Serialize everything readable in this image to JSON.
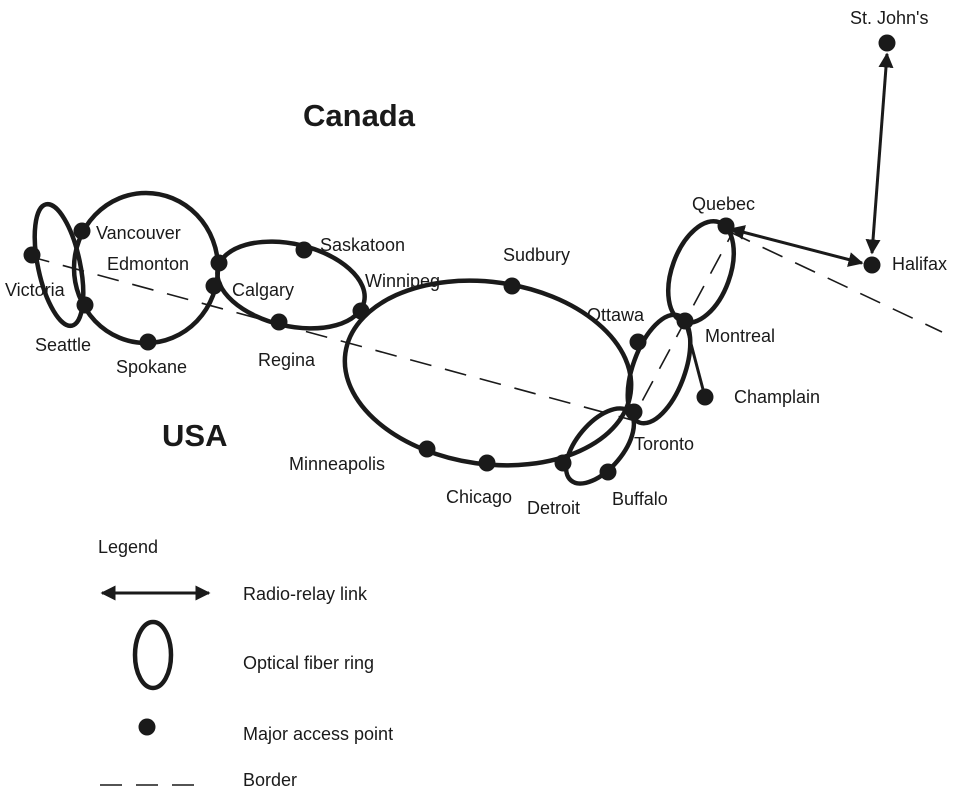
{
  "countries": {
    "canada": "Canada",
    "usa": "USA"
  },
  "cities": {
    "st_johns": "St. John's",
    "quebec": "Quebec",
    "halifax": "Halifax",
    "vancouver": "Vancouver",
    "edmonton": "Edmonton",
    "victoria": "Victoria",
    "seattle": "Seattle",
    "spokane": "Spokane",
    "calgary": "Calgary",
    "saskatoon": "Saskatoon",
    "winnipeg": "Winnipeg",
    "regina": "Regina",
    "sudbury": "Sudbury",
    "ottawa": "Ottawa",
    "montreal": "Montreal",
    "champlain": "Champlain",
    "toronto": "Toronto",
    "minneapolis": "Minneapolis",
    "chicago": "Chicago",
    "detroit": "Detroit",
    "buffalo": "Buffalo"
  },
  "legend": {
    "title": "Legend",
    "radio_relay": "Radio-relay link",
    "fiber_ring": "Optical fiber ring",
    "access_point": "Major access point",
    "border": "Border"
  },
  "colors": {
    "ink": "#1a1a1a",
    "background": "#ffffff"
  }
}
